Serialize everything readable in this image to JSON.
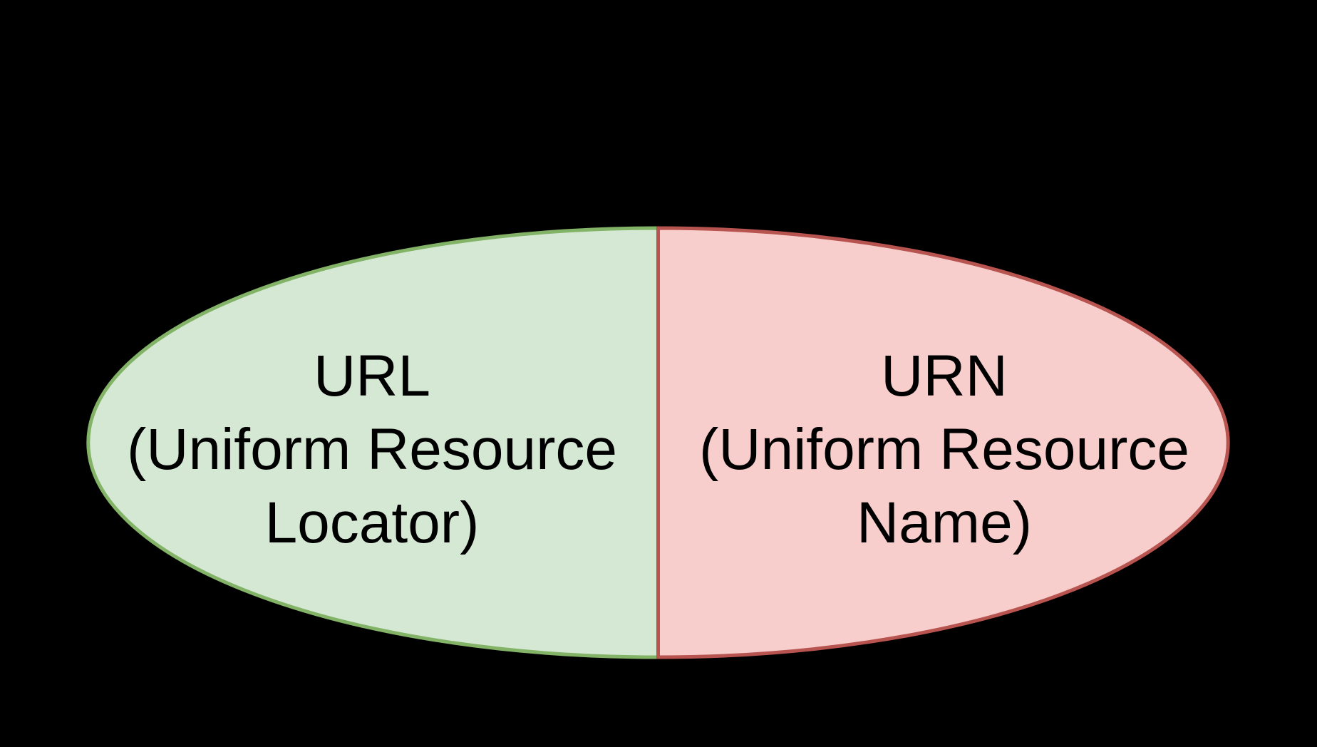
{
  "diagram": {
    "type": "venn-split-ellipse",
    "background_color": "#000000",
    "text_color": "#000000",
    "left_half": {
      "abbreviation": "URL",
      "full_name": "Uniform Resource Locator",
      "label": "URL\n(Uniform Resource\nLocator)",
      "fill_color": "#d5e8d4",
      "stroke_color": "#82b366"
    },
    "right_half": {
      "abbreviation": "URN",
      "full_name": "Uniform Resource Name",
      "label": "URN\n(Uniform Resource\nName)",
      "fill_color": "#f8cecc",
      "stroke_color": "#b85450"
    }
  }
}
